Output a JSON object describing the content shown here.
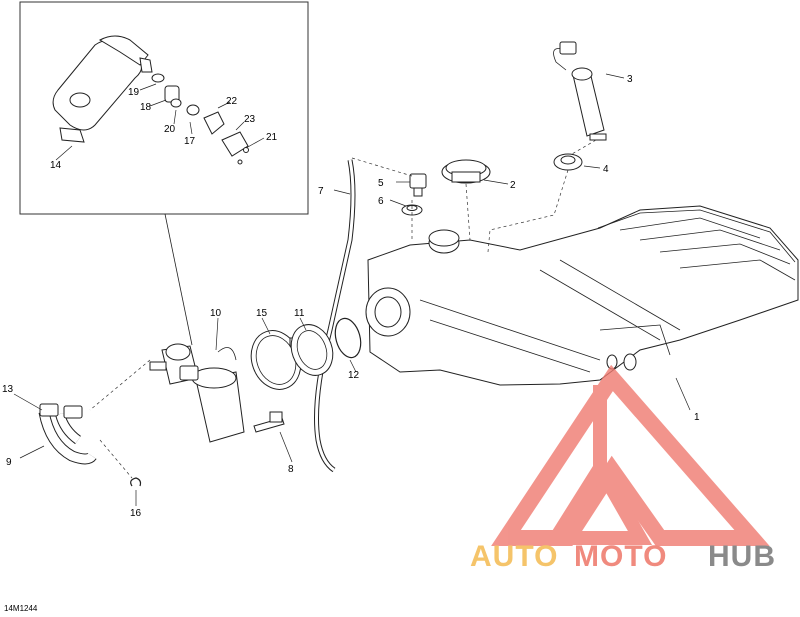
{
  "callouts": [
    "1",
    "2",
    "3",
    "4",
    "5",
    "6",
    "7",
    "8",
    "9",
    "10",
    "11",
    "12",
    "13",
    "14",
    "15",
    "16",
    "17",
    "18",
    "19",
    "20",
    "21",
    "22",
    "23"
  ],
  "figure_code": "14M1244",
  "watermark": {
    "word_auto": "AUTO",
    "word_moto": "MOTO",
    "word_hub": "HUB",
    "color_auto": "#f5c46a",
    "color_moto": "#f08a7e",
    "color_hub": "#8a8a8a",
    "logo_color": "#f07a70"
  }
}
